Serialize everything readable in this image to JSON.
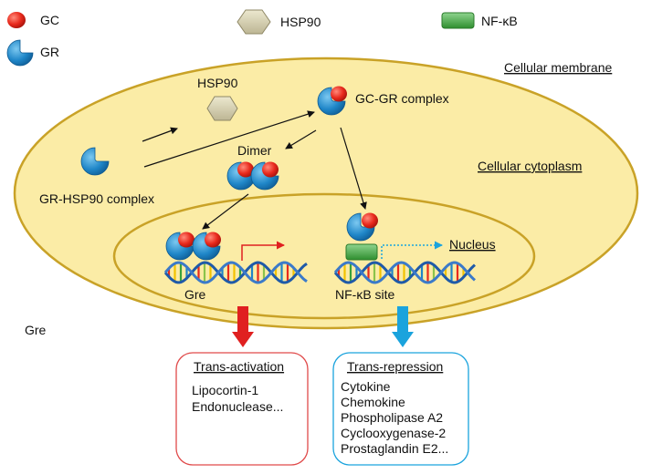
{
  "legend": {
    "gc_label": "GC",
    "gr_label": "GR",
    "hsp90_label": "HSP90",
    "nfkb_label": "NF-κB"
  },
  "labels": {
    "cellular_membrane": "Cellular membrane",
    "cellular_cytoplasm": "Cellular cytoplasm",
    "nucleus": "Nucleus",
    "hsp90": "HSP90",
    "gc_gr_complex": "GC-GR complex",
    "dimer": "Dimer",
    "gr_hsp90_complex": "GR-HSP90 complex",
    "gre_dna": "Gre",
    "nfkb_site": "NF-κB site",
    "gre_outside": "Gre"
  },
  "trans_activation": {
    "title": "Trans-activation",
    "items": [
      "Lipocortin-1",
      "Endonuclease..."
    ]
  },
  "trans_repression": {
    "title": "Trans-repression",
    "items": [
      "Cytokine",
      "Chemokine",
      "Phospholipase A2",
      "Cyclooxygenase-2",
      "Prostaglandin E2..."
    ]
  },
  "colors": {
    "cell_fill": "#fbeca6",
    "cell_stroke": "#c9a227",
    "gc_red": "#e8291c",
    "gr_blue": "#1f86c8",
    "hsp90_fill": "#d8d3b4",
    "nfkb_green": "#4cae4c",
    "activation_red": "#e02020",
    "repression_blue": "#1aa3dd",
    "dna_blue": "#1f5aa8"
  }
}
